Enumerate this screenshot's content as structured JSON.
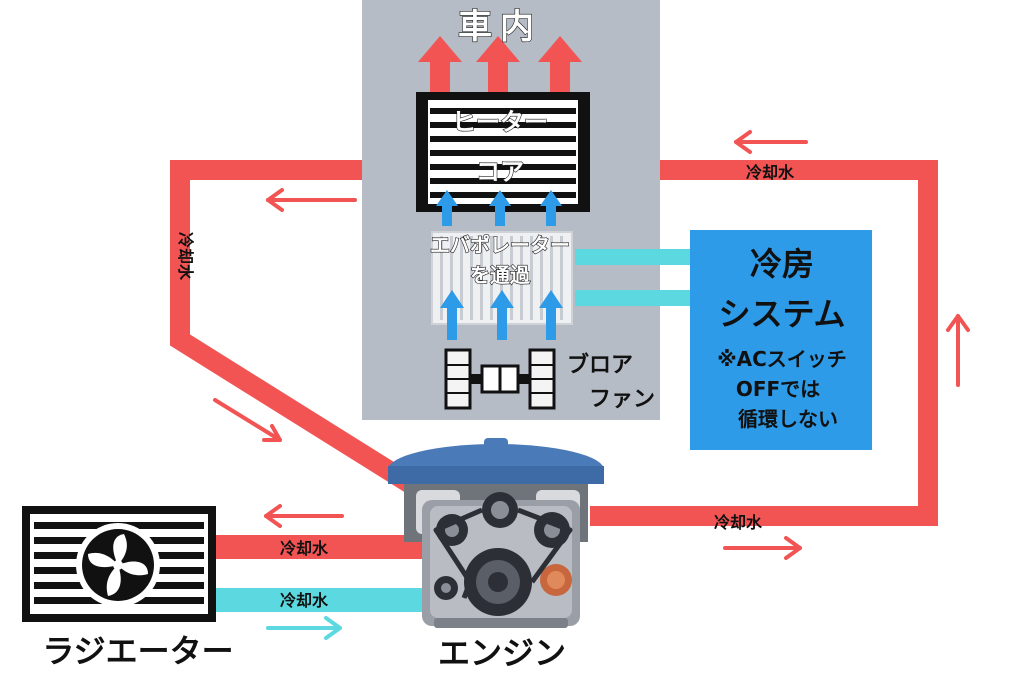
{
  "labels": {
    "cabin": "車内",
    "heater_core_line1": "ヒーター",
    "heater_core_line2": "コア",
    "evaporator_line1": "エバポレーター",
    "evaporator_line2": "を通過",
    "blower_line1": "ブロア",
    "blower_line2": "ファン",
    "ac_title_line1": "冷房",
    "ac_title_line2": "システム",
    "ac_note_line1": "※ACスイッチ",
    "ac_note_line2": "OFFでは",
    "ac_note_line3": "循環しない",
    "coolant_left": "冷却水",
    "coolant_top_right": "冷却水",
    "coolant_right_bottom": "冷却水",
    "coolant_radiator_hot": "冷却水",
    "coolant_radiator_cold": "冷却水",
    "radiator": "ラジエーター",
    "engine": "エンジン"
  },
  "colors": {
    "hot_coolant": "#f25454",
    "cold_coolant": "#5cd9e0",
    "cabin_box": "#b5bcc6",
    "ac_system_box": "#2e9be8",
    "airflow": "#2e9be8",
    "heat_out": "#f25454",
    "dark": "#111111",
    "engine_cover": "#4a7ab8"
  }
}
